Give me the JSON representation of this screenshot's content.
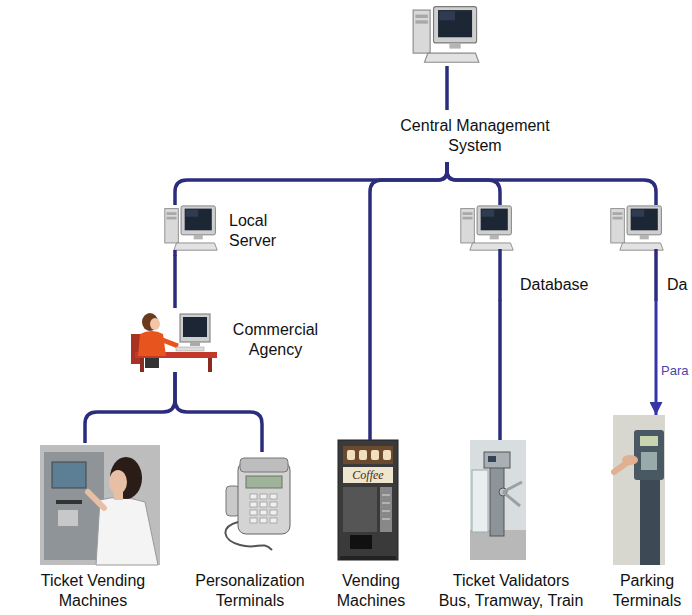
{
  "diagram": {
    "nodes": [
      {
        "text": [
          "Central Management System"
        ]
      },
      {
        "text": [
          "Local Server"
        ]
      },
      {
        "text": [
          "Database"
        ]
      },
      {
        "text": [
          "Da"
        ]
      },
      {
        "text": [
          "Commercial Agency"
        ]
      },
      {
        "text": [
          "Ticket Vending Machines"
        ]
      },
      {
        "text": [
          "Personalization Terminals"
        ]
      },
      {
        "text": [
          "Vending Machines"
        ]
      },
      {
        "text": [
          "Ticket Validators Bus, Tramway, Train"
        ]
      },
      {
        "text": [
          "Parking Terminals"
        ]
      }
    ],
    "edges": [
      {
        "from": 0,
        "to": 1,
        "arrow": "none"
      },
      {
        "from": 0,
        "to": 7,
        "arrow": "none"
      },
      {
        "from": 0,
        "to": 2,
        "arrow": "none"
      },
      {
        "from": 0,
        "to": 3,
        "arrow": "none"
      },
      {
        "from": 1,
        "to": 4,
        "arrow": "none"
      },
      {
        "from": 4,
        "to": 5,
        "arrow": "none"
      },
      {
        "from": 4,
        "to": 6,
        "arrow": "none"
      },
      {
        "from": 2,
        "to": 8,
        "arrow": "none"
      },
      {
        "from": 3,
        "to": 9,
        "arrow": "to",
        "label": "Para"
      }
    ],
    "labels": [
      "Coffee"
    ]
  }
}
